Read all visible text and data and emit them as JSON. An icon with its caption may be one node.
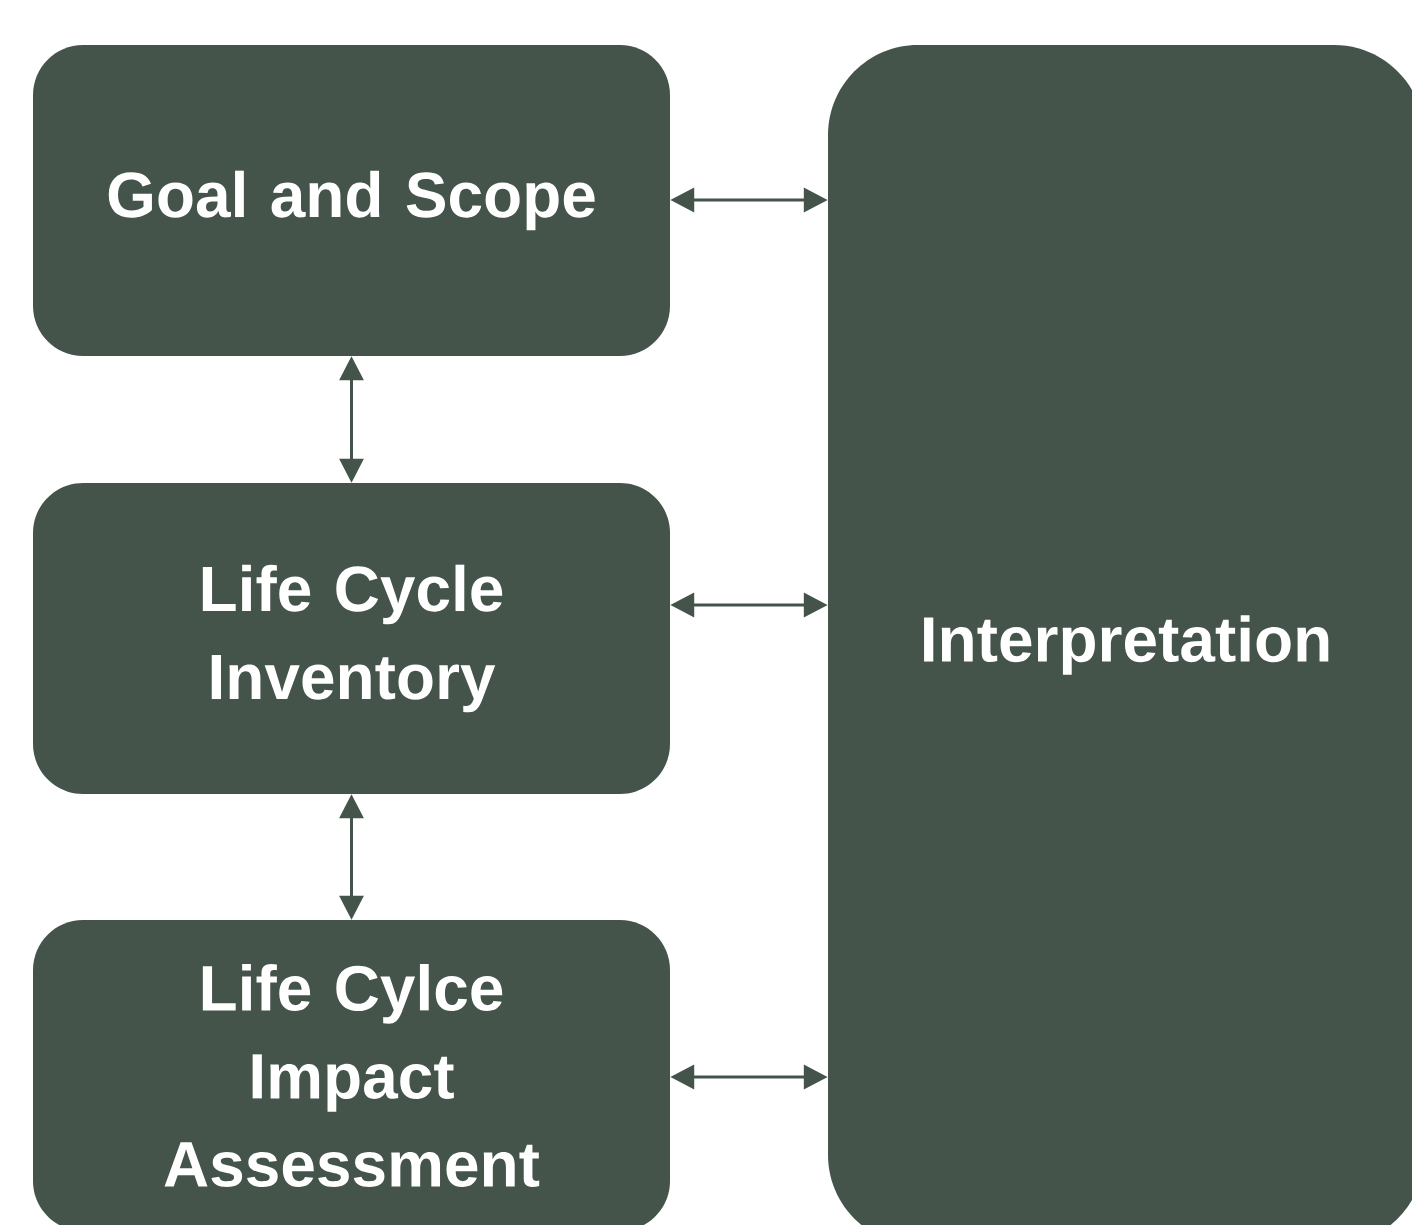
{
  "diagram": {
    "nodes": [
      {
        "text": [
          "Goal and Scope"
        ]
      },
      {
        "text": [
          "Life Cycle Inventory"
        ]
      },
      {
        "text": [
          "Life Cylce Impact Assessment"
        ]
      },
      {
        "text": [
          "Interpretation"
        ]
      }
    ],
    "edges": [
      {
        "from": 0,
        "to": 3,
        "arrow": "both"
      },
      {
        "from": 0,
        "to": 1,
        "arrow": "both"
      },
      {
        "from": 1,
        "to": 3,
        "arrow": "both"
      },
      {
        "from": 1,
        "to": 2,
        "arrow": "both"
      },
      {
        "from": 2,
        "to": 3,
        "arrow": "both"
      }
    ]
  }
}
